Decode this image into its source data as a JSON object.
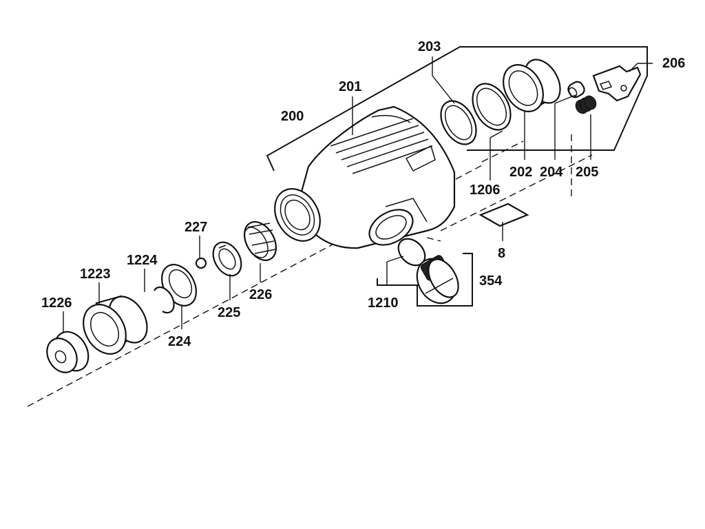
{
  "labels": {
    "p200": "200",
    "p201": "201",
    "p202": "202",
    "p203": "203",
    "p204": "204",
    "p205": "205",
    "p206": "206",
    "p1206": "1206",
    "p8": "8",
    "p354": "354",
    "p1210": "1210",
    "p227": "227",
    "p226": "226",
    "p225": "225",
    "p224": "224",
    "p1224": "1224",
    "p1223": "1223",
    "p1226": "1226"
  }
}
